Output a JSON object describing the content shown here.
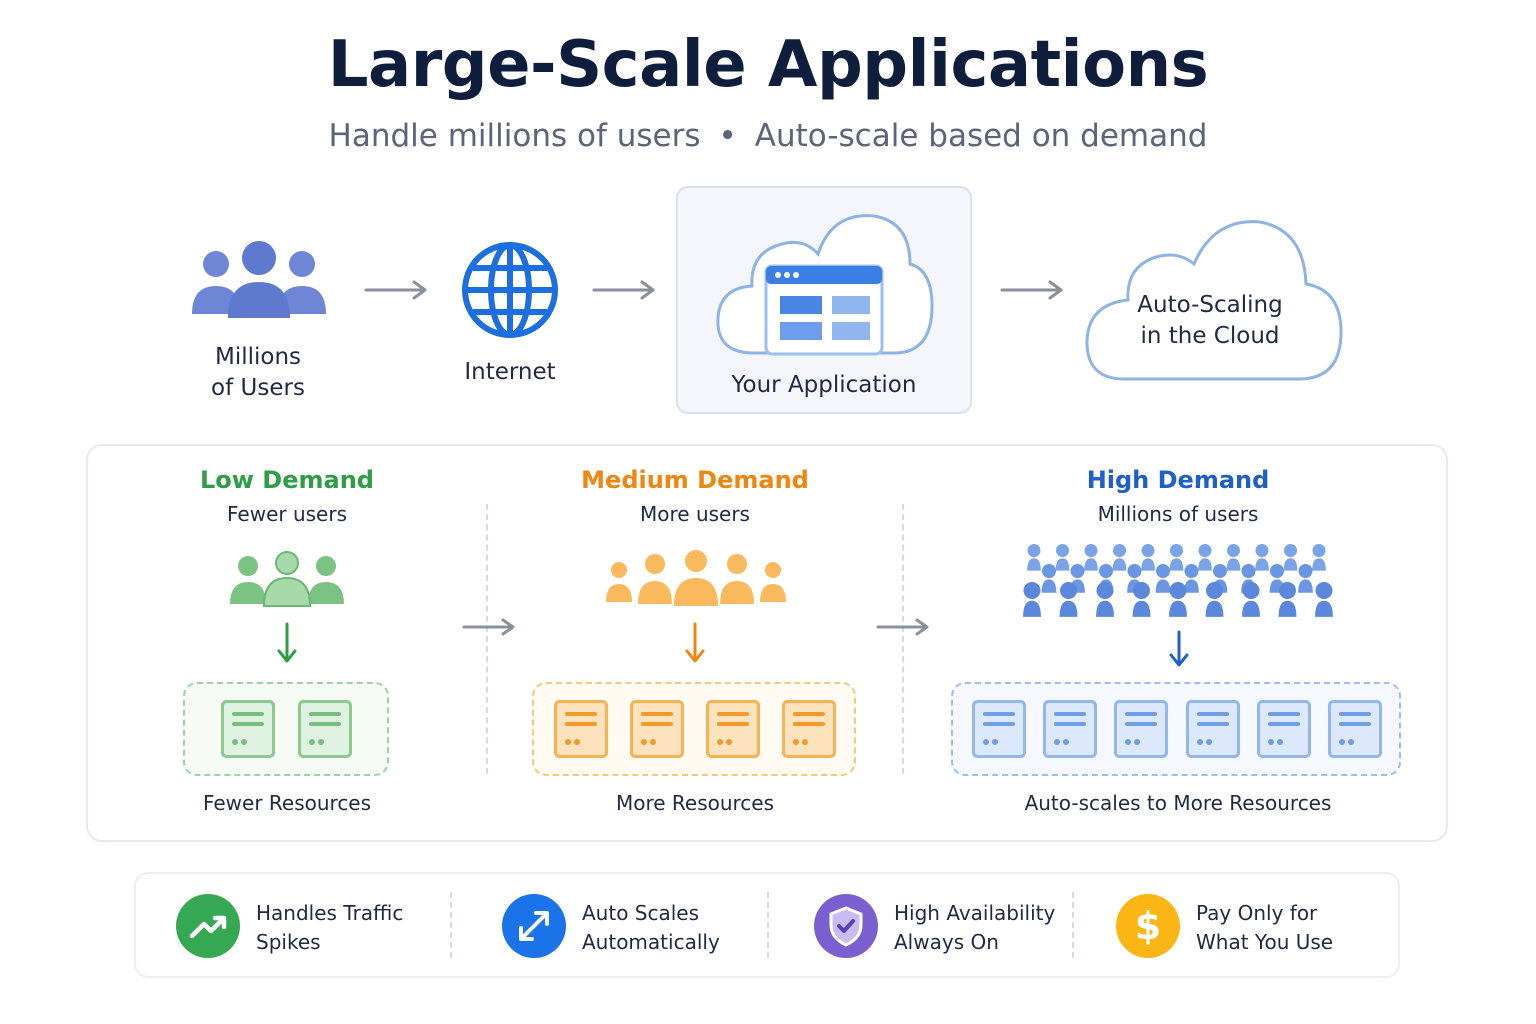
{
  "header": {
    "title": "Large-Scale Applications",
    "subtitle_left": "Handle millions of users",
    "subtitle_sep": "•",
    "subtitle_right": "Auto-scale based on demand"
  },
  "flow": {
    "users": {
      "line1": "Millions",
      "line2": "of Users",
      "icon": "users-group-icon"
    },
    "internet": {
      "label": "Internet",
      "icon": "globe-icon"
    },
    "application": {
      "label": "Your Application",
      "icon": "cloud-app-icon"
    },
    "cloud": {
      "line1": "Auto-Scaling",
      "line2": "in the Cloud",
      "icon": "cloud-icon"
    }
  },
  "demand": {
    "low": {
      "title": "Low Demand",
      "subtitle": "Fewer users",
      "footer": "Fewer Resources",
      "color": "#2e9e44",
      "servers": 2
    },
    "medium": {
      "title": "Medium Demand",
      "subtitle": "More users",
      "footer": "More Resources",
      "color": "#f0860f",
      "servers": 4
    },
    "high": {
      "title": "High Demand",
      "subtitle": "Millions of users",
      "footer": "Auto-scales to More Resources",
      "color": "#1f5fcc",
      "servers": 6
    }
  },
  "features": [
    {
      "line1": "Handles Traffic",
      "line2": "Spikes",
      "icon": "trending-up-icon",
      "color": "#34a853"
    },
    {
      "line1": "Auto Scales",
      "line2": "Automatically",
      "icon": "expand-arrows-icon",
      "color": "#1a73e8"
    },
    {
      "line1": "High Availability",
      "line2": "Always On",
      "icon": "shield-check-icon",
      "color": "#7b5fd1"
    },
    {
      "line1": "Pay Only for",
      "line2": "What You Use",
      "icon": "dollar-icon",
      "color": "#fbb515"
    }
  ]
}
